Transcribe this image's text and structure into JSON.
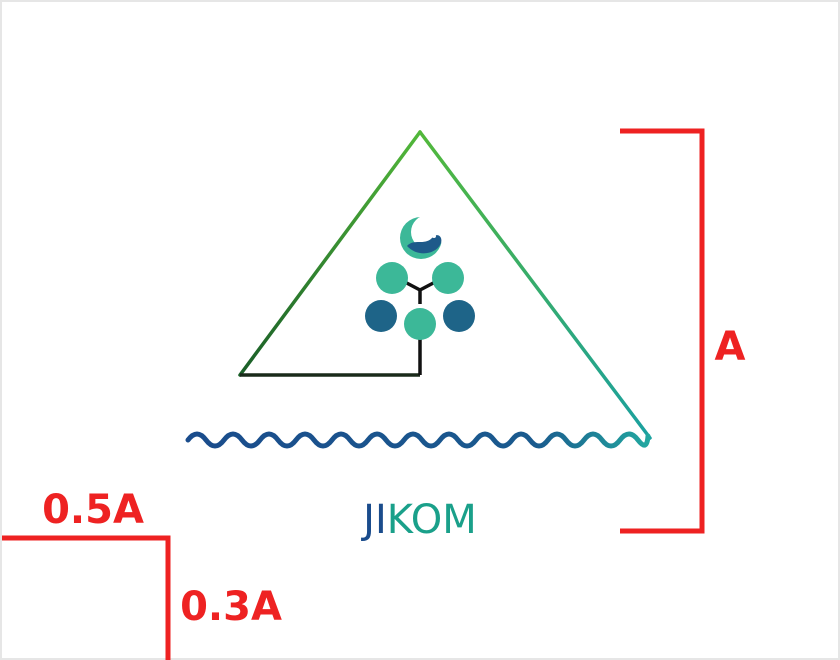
{
  "logo": {
    "wordmark_left": "JI",
    "wordmark_right": "KOM",
    "colors": {
      "green": "#4cb535",
      "dark_green": "#1a6e2c",
      "teal": "#1aa0a0",
      "blue": "#1a4c8c",
      "circle_teal": "#3cb898",
      "circle_blue": "#1e6488"
    }
  },
  "dimensions": {
    "height_label": "A",
    "width_label": "0.5A",
    "depth_label": "0.3A",
    "color": "#ee2222"
  }
}
